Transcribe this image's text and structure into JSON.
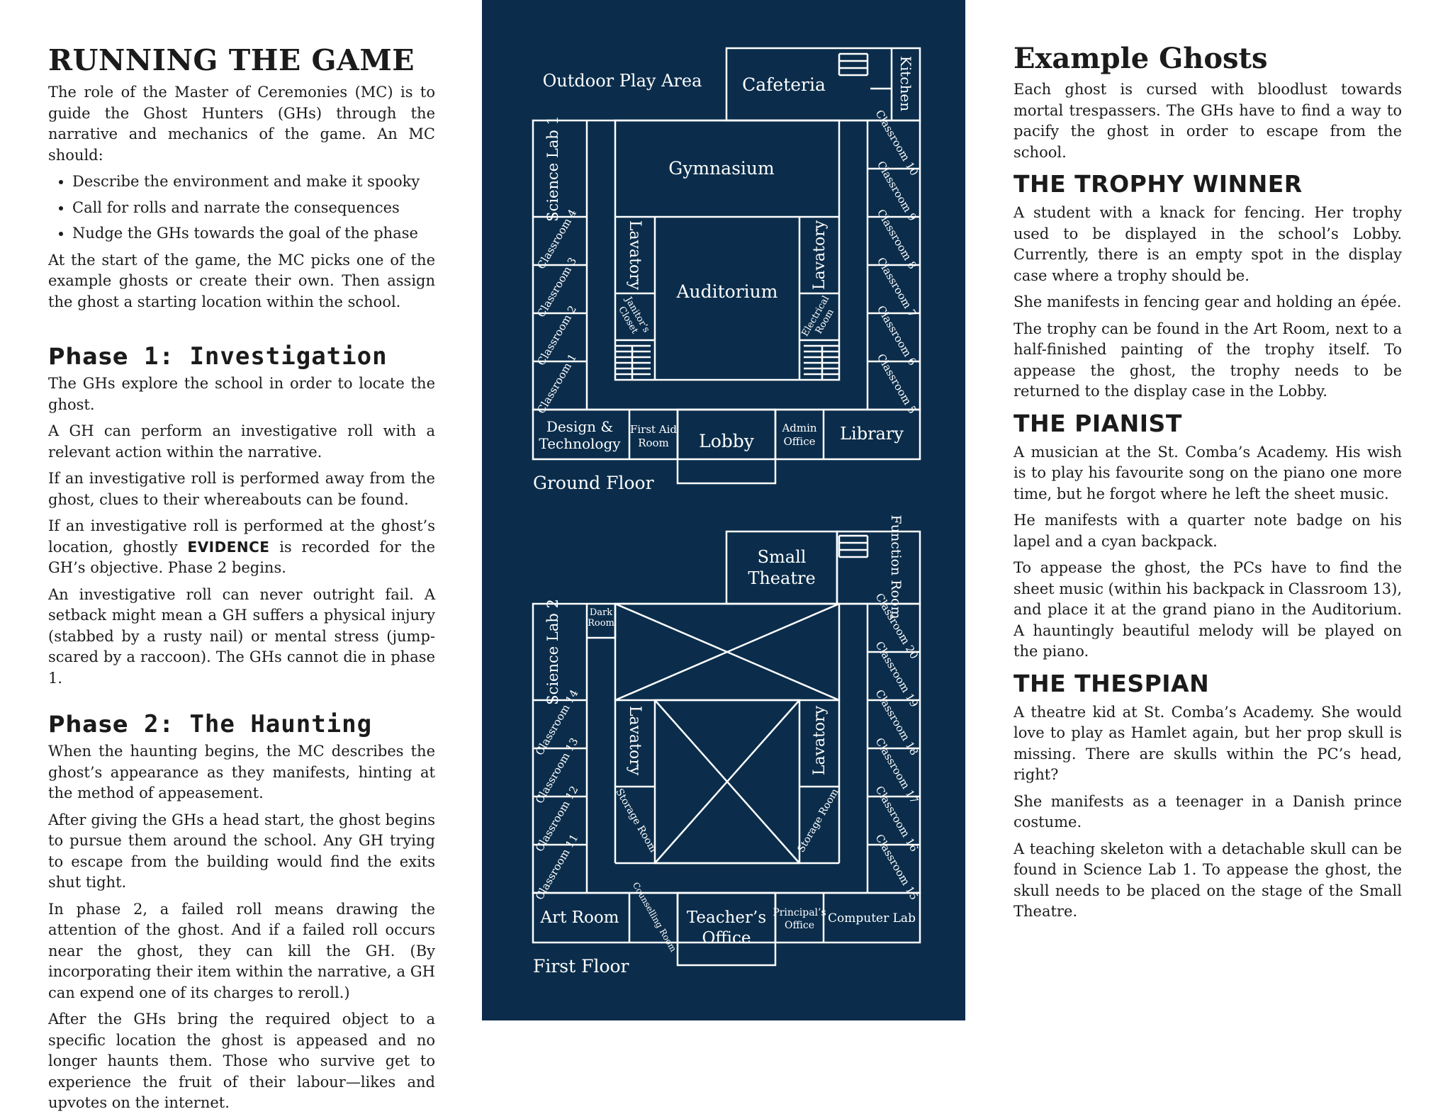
{
  "left": {
    "title": "Running the Game",
    "intro": "The role of the Master of Ceremonies (MC) is to guide the Ghost Hunters (GHs) through the narrative and mechanics of the game. An MC should:",
    "bullets": [
      "Describe the environment and make it spooky",
      "Call for rolls and narrate the consequences",
      "Nudge the GHs towards the goal of the phase"
    ],
    "start": "At the start of the game, the MC picks one of the example ghosts or create their own. Then assign the ghost a starting location within the school.",
    "phase1": {
      "label": "Phase",
      "rest": " 1: Investigation",
      "p1": "The GHs explore the school in order to locate the ghost.",
      "p2": "A GH can perform an investigative roll with a relevant action within the narrative.",
      "p3": "If an investigative roll is performed away from the ghost, clues to their whereabouts can be found.",
      "p4_a": "If an investigative roll is performed at the ghost’s location, ghostly ",
      "p4_ev": "EVIDENCE",
      "p4_b": " is recorded for the GH’s objective. Phase 2 begins.",
      "p5": "An investigative roll can never outright fail. A setback might mean a GH suffers a physical injury (stabbed by a rusty nail) or mental stress (jump-scared by a raccoon). The GHs cannot die in phase 1."
    },
    "phase2": {
      "label": "Phase",
      "rest": " 2: The Haunting",
      "p1": "When the haunting begins, the MC describes the ghost’s appearance as they manifests, hinting at the method of appeasement.",
      "p2": "After giving the GHs a head start, the ghost begins to pursue them around the school. Any GH trying to escape from the building would find the exits shut tight.",
      "p3": "In phase 2, a failed roll means drawing the attention of the ghost. And if a failed roll occurs near the ghost, they can kill the GH. (By incorporating their item within the narrative, a GH can expend one of its charges to reroll.)",
      "p4": "After the GHs bring the required object to a specific location the ghost is appeased and no longer haunts them. Those who survive get to experience the fruit of their labour—likes and upvotes on the internet."
    }
  },
  "map": {
    "background": "#0b2d4b",
    "ground": {
      "floor_label": "Ground Floor",
      "outdoor": "Outdoor Play Area",
      "cafeteria": "Cafeteria",
      "kitchen": "Kitchen",
      "gymnasium": "Gymnasium",
      "auditorium": "Auditorium",
      "lavatory_left": "Lavatory",
      "lavatory_right": "Lavatory",
      "janitor_1": "Janitor’s",
      "janitor_2": "Closet",
      "electrical_1": "Electrical",
      "electrical_2": "Room",
      "science_lab": "Science Lab 1",
      "left_classrooms": [
        "Classroom 4",
        "Classroom 3",
        "Classroom 2",
        "Classroom 1"
      ],
      "right_classrooms": [
        "Classroom 10",
        "Classroom 9",
        "Classroom 8",
        "Classroom 7",
        "Classroom 6",
        "Classroom 5"
      ],
      "design_1": "Design &",
      "design_2": "Technology",
      "firstaid_1": "First Aid",
      "firstaid_2": "Room",
      "lobby": "Lobby",
      "admin_1": "Admin",
      "admin_2": "Office",
      "library": "Library"
    },
    "first": {
      "floor_label": "First Floor",
      "small_theatre_1": "Small",
      "small_theatre_2": "Theatre",
      "function_room": "Function Room",
      "dark_room_1": "Dark",
      "dark_room_2": "Room",
      "science_lab": "Science Lab 2",
      "lavatory_left": "Lavatory",
      "lavatory_right": "Lavatory",
      "storage_left": "Storage Room",
      "storage_right": "Storage Room",
      "left_classrooms": [
        "Classroom 14",
        "Classroom 13",
        "Classroom 12",
        "Classroom 11"
      ],
      "right_classrooms": [
        "Classroom 20",
        "Classroom 19",
        "Classroom 18",
        "Classroom 17",
        "Classroom 16",
        "Classroom 15"
      ],
      "art_room": "Art Room",
      "counselling": "Counselling Room",
      "teachers_1": "Teacher’s",
      "teachers_2": "Office",
      "principal_1": "Principal’s",
      "principal_2": "Office",
      "computer_lab": "Computer Lab"
    }
  },
  "right": {
    "title": "Example Ghosts",
    "intro": "Each ghost is cursed with bloodlust towards mortal trespassers. The GHs have to find a way to pacify the ghost in order to escape from the school.",
    "ghosts": [
      {
        "name": "The Trophy Winner",
        "p1": "A student with a knack for fencing. Her trophy used to be displayed in the school’s Lobby. Currently, there is an empty spot in the display case where a trophy should be.",
        "p2": "She manifests in fencing gear and holding an épée.",
        "p3": "The trophy can be found in the Art Room, next to a half-finished painting of the trophy itself. To appease the ghost, the trophy needs to be returned to the display case in the Lobby."
      },
      {
        "name": "The Pianist",
        "p1": "A musician at the St. Comba’s Academy. His wish is to play his favourite song on the piano one more time, but he forgot where he left the sheet music.",
        "p2": "He manifests with a quarter note badge on his lapel and a cyan backpack.",
        "p3": "To appease the ghost, the PCs have to find the sheet music (within his backpack in Classroom 13), and place it at the grand piano in the Auditorium. A hauntingly beautiful melody will be played on the piano."
      },
      {
        "name": "The Thespian",
        "p1": "A theatre kid at St. Comba’s Academy. She would love to play as Hamlet again, but her prop skull is missing. There are skulls within the PC’s head, right?",
        "p2": "She manifests as a teenager in a Danish prince costume.",
        "p3": "A teaching skeleton with a detachable skull can be found in Science Lab 1. To appease the ghost, the skull needs to be placed on the stage of the Small Theatre."
      }
    ]
  }
}
